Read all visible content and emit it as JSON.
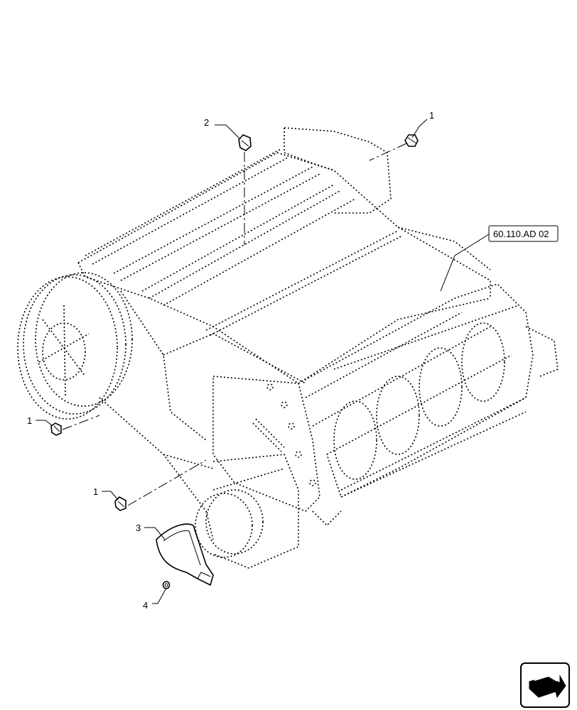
{
  "callouts": [
    {
      "id": "c1a",
      "label": "1"
    },
    {
      "id": "c2",
      "label": "2"
    },
    {
      "id": "c1b",
      "label": "1"
    },
    {
      "id": "c1c",
      "label": "1"
    },
    {
      "id": "c3",
      "label": "3"
    },
    {
      "id": "c4",
      "label": "4"
    }
  ],
  "reference": {
    "label": "60.110.AD 02"
  },
  "nav_icon": {
    "name": "next-page-arrow-icon"
  }
}
